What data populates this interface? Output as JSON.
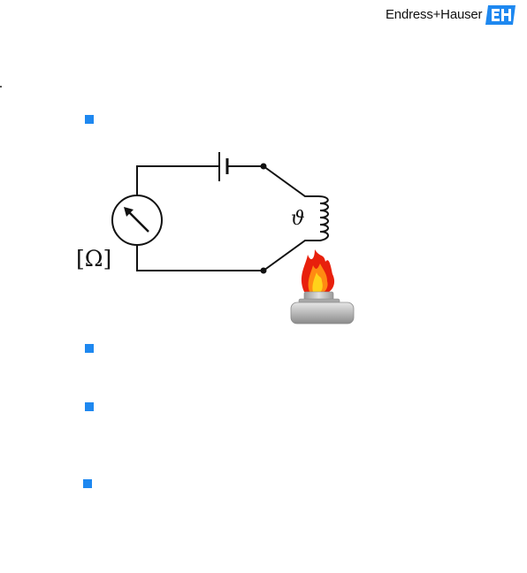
{
  "brand": {
    "name": "Endress+Hauser",
    "logo_icon": "endress-hauser-logo-icon",
    "logo_color": "#1e88f0"
  },
  "bullets": [
    {
      "icon": "square-bullet-icon"
    },
    {
      "icon": "square-bullet-icon"
    },
    {
      "icon": "square-bullet-icon"
    },
    {
      "icon": "square-bullet-icon"
    }
  ],
  "diagram": {
    "meter_unit_label": "[Ω]",
    "coil_symbol": "ϑ",
    "colors": {
      "wire": "#111111",
      "bullet": "#1e88f0",
      "flame_outer": "#e8200c",
      "flame_inner": "#ffd21a",
      "burner": "#b8b8b8"
    }
  }
}
